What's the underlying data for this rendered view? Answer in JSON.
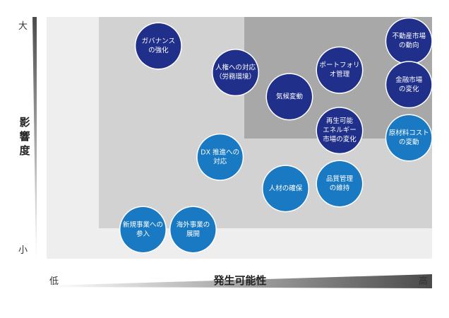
{
  "chart_data": {
    "type": "bubble-matrix",
    "xlabel": "発生可能性",
    "ylabel": "影響度",
    "x_low": "低",
    "x_high": "高",
    "y_high": "大",
    "y_low": "小",
    "xlim": [
      0,
      100
    ],
    "ylim": [
      0,
      100
    ],
    "colors": {
      "dark": "#1f2f8a",
      "light": "#1979c3",
      "zone_outer": "#eeeeee",
      "zone_mid": "#d2d2d2",
      "zone_inner": "#a8a8a8",
      "axis_wedge": "#4a4a4a"
    },
    "points": [
      {
        "lines": [
          "ガバナンス",
          "の強化"
        ],
        "x": 29,
        "y": 88,
        "color": "dark"
      },
      {
        "lines": [
          "人権への対応",
          "（労務環境）"
        ],
        "x": 49,
        "y": 77,
        "color": "dark"
      },
      {
        "lines": [
          "ポートフォリ",
          "オ管理"
        ],
        "x": 76,
        "y": 78,
        "color": "dark"
      },
      {
        "lines": [
          "不動産市場",
          "の動向"
        ],
        "x": 94,
        "y": 90,
        "color": "dark"
      },
      {
        "lines": [
          "金融市場",
          "の変化"
        ],
        "x": 94,
        "y": 72,
        "color": "dark"
      },
      {
        "lines": [
          "気候変動"
        ],
        "x": 63,
        "y": 67,
        "color": "dark"
      },
      {
        "lines": [
          "再生可能",
          "エネルギー",
          "市場の変化"
        ],
        "x": 76,
        "y": 53,
        "color": "dark"
      },
      {
        "lines": [
          "原材料コスト",
          "の変動"
        ],
        "x": 94,
        "y": 50,
        "color": "light"
      },
      {
        "lines": [
          "DX 推進への",
          "対応"
        ],
        "x": 45,
        "y": 42,
        "color": "light"
      },
      {
        "lines": [
          "品質管理",
          "の維持"
        ],
        "x": 76,
        "y": 31,
        "color": "light"
      },
      {
        "lines": [
          "人材の確保"
        ],
        "x": 62,
        "y": 29,
        "color": "light"
      },
      {
        "lines": [
          "新規事業への",
          "参入"
        ],
        "x": 25,
        "y": 12,
        "color": "light"
      },
      {
        "lines": [
          "海外事業の",
          "展開"
        ],
        "x": 38,
        "y": 12,
        "color": "light"
      }
    ]
  }
}
